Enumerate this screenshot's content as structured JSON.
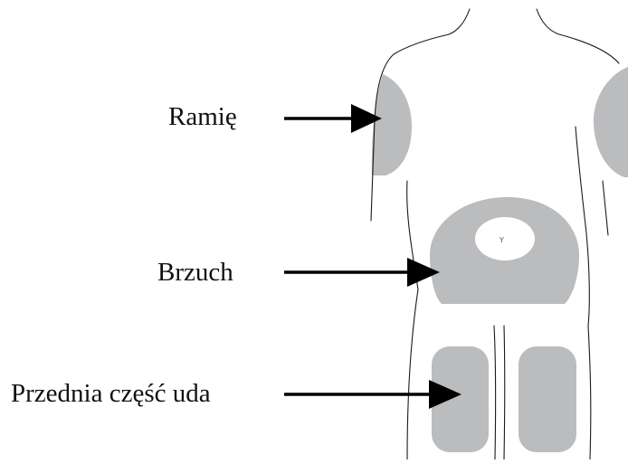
{
  "labels": {
    "arm": "Ramię",
    "abdomen": "Brzuch",
    "thigh": "Przednia część uda"
  },
  "navel_mark": "Y",
  "colors": {
    "injection_zone": "#bbbcbe",
    "outline": "#1a1a1a",
    "arrow": "#000000",
    "background": "#ffffff"
  }
}
